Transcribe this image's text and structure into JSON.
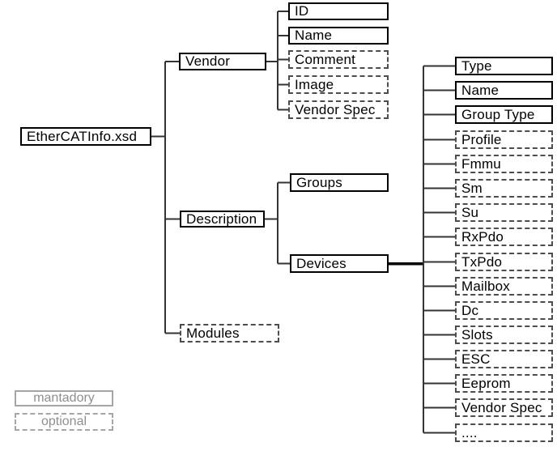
{
  "nodes": [
    {
      "id": "ethercatinfo-xsd",
      "label": "EtherCATInfo.xsd",
      "style": "mandatory"
    },
    {
      "id": "vendor",
      "label": "Vendor",
      "style": "mandatory"
    },
    {
      "id": "id",
      "label": "ID",
      "style": "mandatory"
    },
    {
      "id": "vendor-name",
      "label": "Name",
      "style": "mandatory"
    },
    {
      "id": "comment",
      "label": "Comment",
      "style": "optional"
    },
    {
      "id": "image",
      "label": "Image",
      "style": "optional"
    },
    {
      "id": "vendor-spec",
      "label": "Vendor Spec",
      "style": "optional"
    },
    {
      "id": "description",
      "label": "Description",
      "style": "mandatory"
    },
    {
      "id": "groups",
      "label": "Groups",
      "style": "mandatory"
    },
    {
      "id": "devices",
      "label": "Devices",
      "style": "mandatory"
    },
    {
      "id": "modules",
      "label": "Modules",
      "style": "optional"
    },
    {
      "id": "type",
      "label": "Type",
      "style": "mandatory"
    },
    {
      "id": "device-name",
      "label": "Name",
      "style": "mandatory"
    },
    {
      "id": "group-type",
      "label": "Group Type",
      "style": "mandatory"
    },
    {
      "id": "profile",
      "label": "Profile",
      "style": "optional"
    },
    {
      "id": "fmmu",
      "label": "Fmmu",
      "style": "optional"
    },
    {
      "id": "sm",
      "label": "Sm",
      "style": "optional"
    },
    {
      "id": "su",
      "label": "Su",
      "style": "optional"
    },
    {
      "id": "rxpdo",
      "label": "RxPdo",
      "style": "optional"
    },
    {
      "id": "txpdo",
      "label": "TxPdo",
      "style": "optional"
    },
    {
      "id": "mailbox",
      "label": "Mailbox",
      "style": "optional"
    },
    {
      "id": "dc",
      "label": "Dc",
      "style": "optional"
    },
    {
      "id": "slots",
      "label": "Slots",
      "style": "optional"
    },
    {
      "id": "esc",
      "label": "ESC",
      "style": "optional"
    },
    {
      "id": "eeprom",
      "label": "Eeprom",
      "style": "optional"
    },
    {
      "id": "device-vendor-spec",
      "label": "Vendor Spec",
      "style": "optional"
    },
    {
      "id": "ellipsis",
      "label": "....",
      "style": "optional"
    }
  ],
  "hierarchy": {
    "EtherCATInfo.xsd": [
      "Vendor",
      "Description",
      "Modules"
    ],
    "Vendor": [
      "ID",
      "Name",
      "Comment",
      "Image",
      "Vendor Spec"
    ],
    "Description": [
      "Groups",
      "Devices"
    ],
    "Devices": [
      "Type",
      "Name",
      "Group Type",
      "Profile",
      "Fmmu",
      "Sm",
      "Su",
      "RxPdo",
      "TxPdo",
      "Mailbox",
      "Dc",
      "Slots",
      "ESC",
      "Eeprom",
      "Vendor Spec",
      "...."
    ]
  },
  "legend": {
    "items": [
      {
        "label": "mantadory",
        "style": "mandatory"
      },
      {
        "label": "optional",
        "style": "optional"
      }
    ]
  },
  "colors": {
    "background": "#ffffff",
    "text": "#000000",
    "node_border": "#000000",
    "optional_border": "#4d4d4d",
    "connector": "#333333",
    "connector_emphasis": "#000000",
    "legend_border": "#a6a6a6",
    "legend_text": "#8f8f8f"
  }
}
